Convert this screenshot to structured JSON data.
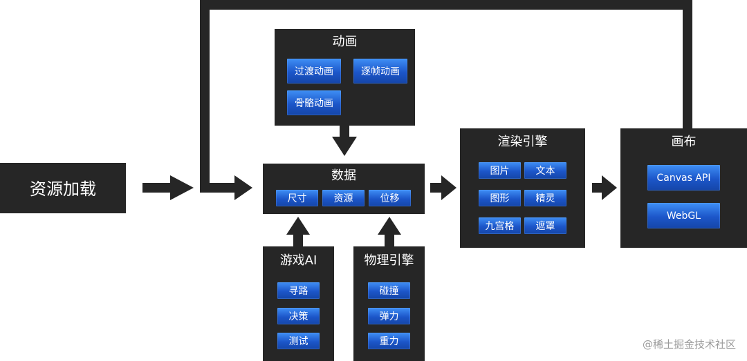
{
  "colors": {
    "panel": "#262626",
    "chip": "#2a6fe0",
    "text": "#ffffff",
    "watermark": "#9a9a9a"
  },
  "resource_loading": {
    "title": "资源加载"
  },
  "animation": {
    "title": "动画",
    "items": [
      "过渡动画",
      "逐帧动画",
      "骨骼动画"
    ]
  },
  "data": {
    "title": "数据",
    "items": [
      "尺寸",
      "资源",
      "位移"
    ]
  },
  "game_ai": {
    "title": "游戏AI",
    "items": [
      "寻路",
      "决策",
      "测试"
    ]
  },
  "physics_engine": {
    "title": "物理引擎",
    "items": [
      "碰撞",
      "弹力",
      "重力"
    ]
  },
  "render_engine": {
    "title": "渲染引擎",
    "items": [
      "图片",
      "文本",
      "图形",
      "精灵",
      "九宫格",
      "遮罩"
    ]
  },
  "canvas": {
    "title": "画布",
    "items": [
      "Canvas API",
      "WebGL"
    ]
  },
  "watermark": "@稀土掘金技术社区"
}
